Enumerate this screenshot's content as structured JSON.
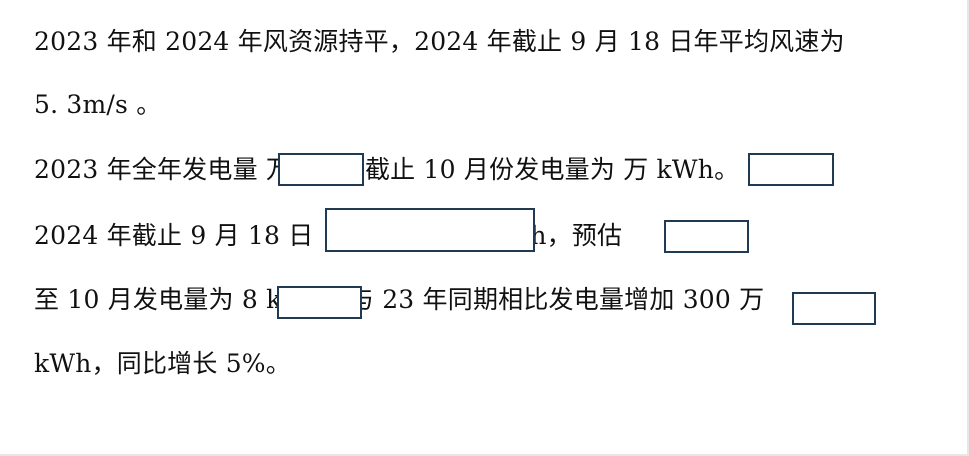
{
  "document": {
    "lines": [
      "2023 年和 2024 年风资源持平，2024 年截止 9 月 18 日年平均风速为",
      "5. 3m/s 。",
      "2023 年全年发电量        万 kWh,截止 10 月份发电量为        万 kWh。",
      "2024 年截止 9 月 18 日                          ，发电量为        万 kWh，预估",
      "至 10 月发电量为 8        kWh。与 23 年同期相比发电量增加 300 万",
      "kWh，同比增长 5%。"
    ]
  }
}
